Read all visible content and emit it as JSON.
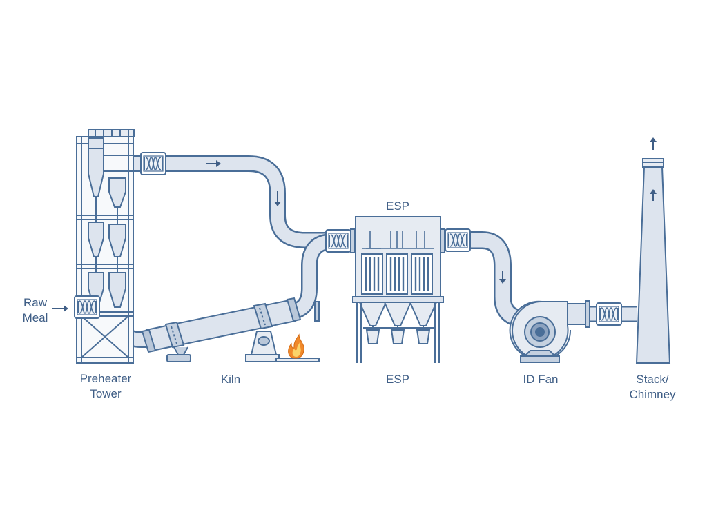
{
  "colors": {
    "line": "#4a6e98",
    "pipe_fill": "#dde4ee",
    "body_fill": "#e6ebf2",
    "dark": "#3f5e86",
    "flame_outer": "#f0892b",
    "flame_inner": "#fbd46a",
    "background": "#ffffff"
  },
  "labels": {
    "raw_meal_line1": "Raw",
    "raw_meal_line2": "Meal",
    "preheater_line1": "Preheater",
    "preheater_line2": "Tower",
    "kiln": "Kiln",
    "esp_top": "ESP",
    "esp_bottom": "ESP",
    "id_fan": "ID Fan",
    "stack_line1": "Stack/",
    "stack_line2": "Chimney"
  },
  "icons": [
    "flow-arrow-icon",
    "expansion-joint-icon",
    "flame-icon",
    "fan-impeller-icon"
  ]
}
